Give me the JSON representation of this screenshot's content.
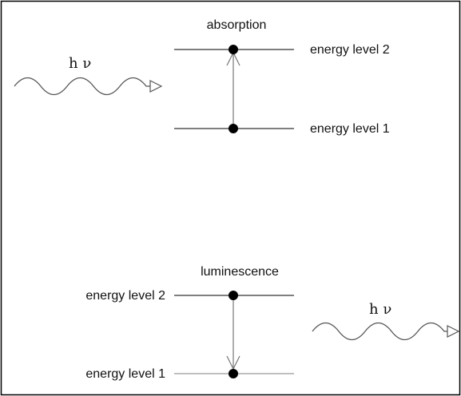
{
  "absorption": {
    "title": "absorption",
    "upper_label": "energy level 2",
    "lower_label": "energy level 1",
    "photon_label": "h ν"
  },
  "luminescence": {
    "title": "luminescence",
    "upper_label": "energy level 2",
    "lower_label": "energy level 1",
    "photon_label": "h ν"
  }
}
